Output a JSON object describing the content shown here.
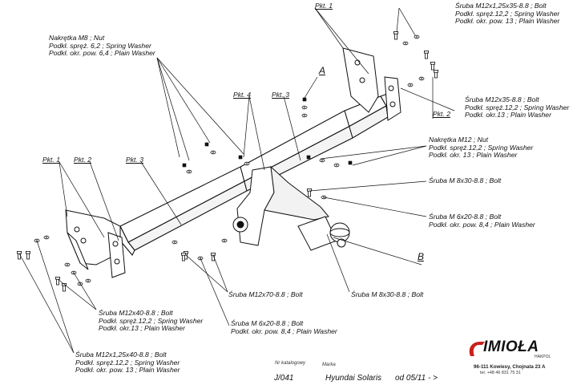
{
  "labels": {
    "nut_m8": [
      "Nakrętka  M8 ; Nut",
      "Podkł. spręż. 6,2 ; Spring Washer",
      "Podkł. okr. pow. 6,4 ; Plain Washer"
    ],
    "pkt1_top": "Pkt. 1",
    "bolt_m12x125x35": [
      "Śruba M12x1,25x35-8.8 ;  Bolt",
      "Podkł. spręż.12,2 ; Spring Washer",
      "Podkł. okr. pow. 13 ; Plain Washer"
    ],
    "letter_a": "A",
    "pkt4": "Pkt. 4",
    "pkt3_top": "Pkt. 3",
    "bolt_m12x35": [
      "Śruba M12x35-8.8 ;  Bolt",
      "Podkł. spręż.12,2 ; Spring Washer",
      "Podkł. okr.13 ; Plain Washer"
    ],
    "pkt2_right": "Pkt. 2",
    "nut_m12": [
      "Nakrętka  M12 ; Nut",
      "Podkł. spręż.12,2 ; Spring Washer",
      "Podkł. okr. 13 ; Plain Washer"
    ],
    "pkt1_left": "Pkt. 1",
    "pkt2_left": "Pkt. 2",
    "pkt3_left": "Pkt. 3",
    "bolt_m8x30_right": "Śruba M 8x30-8.8 ;  Bolt",
    "bolt_m6x20_right": [
      "Śruba M 6x20-8.8 ;  Bolt",
      "Podkł. okr. pow. 8,4 ; Plain Washer"
    ],
    "letter_b": "B",
    "bolt_m12x40": [
      "Śruba M12x40-8.8 ;  Bolt",
      "Podkł. spręż.12,2 ; Spring Washer",
      "Podkł. okr.13 ; Plain Washer"
    ],
    "bolt_m12x70": "Śruba M12x70-8.8 ;  Bolt",
    "bolt_m8x30_bottom": "Śruba M 8x30-8.8 ;  Bolt",
    "bolt_m6x20_bottom": [
      "Śruba M 6x20-8.8 ;  Bolt",
      "Podkł. okr. pow. 8,4 ; Plain Washer"
    ],
    "bolt_m12x125x40": [
      "Śruba M12x1,25x40-8.8 ;  Bolt",
      "Podkł. spręż.12,2 ; Spring Washer",
      "Podkł. okr. pow. 13 ; Plain Washer"
    ]
  },
  "footer": {
    "catalog_label": "Nr katalogowy",
    "catalog_number": "J/041",
    "brand_label": "Marka",
    "model": "Hyundai Solaris",
    "date": "od 05/11 - >"
  },
  "brand": {
    "name": "IMIOŁA",
    "sub": "HAKPOL",
    "address": "96-111 Kowiesy, Chojnata 23 A",
    "tel": "tel. +48 46 831 75 31",
    "accent": "#cc1f1a"
  }
}
